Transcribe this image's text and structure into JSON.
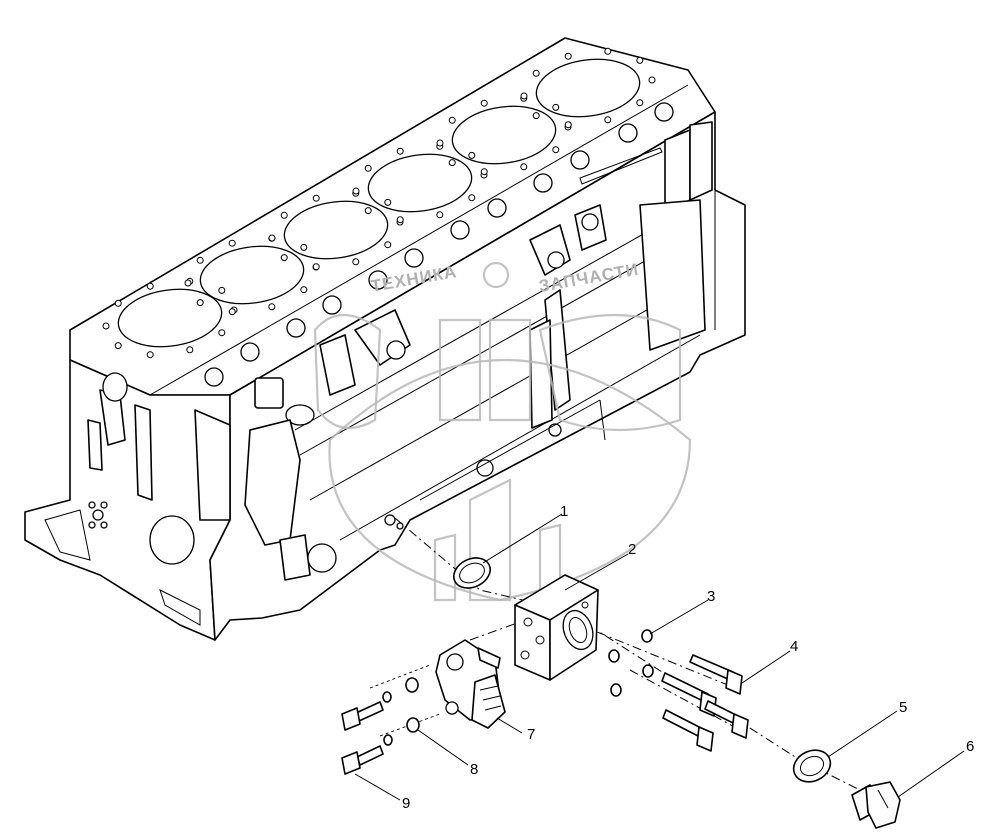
{
  "diagram": {
    "watermark_text": [
      "ТЕХНИКА",
      "ЗАПЧАСТИ"
    ],
    "callouts": [
      {
        "id": "c1",
        "label": "1"
      },
      {
        "id": "c2",
        "label": "2"
      },
      {
        "id": "c3",
        "label": "3"
      },
      {
        "id": "c4",
        "label": "4"
      },
      {
        "id": "c5",
        "label": "5"
      },
      {
        "id": "c6",
        "label": "6"
      },
      {
        "id": "c7",
        "label": "7"
      },
      {
        "id": "c8",
        "label": "8"
      },
      {
        "id": "c9",
        "label": "9"
      }
    ]
  }
}
